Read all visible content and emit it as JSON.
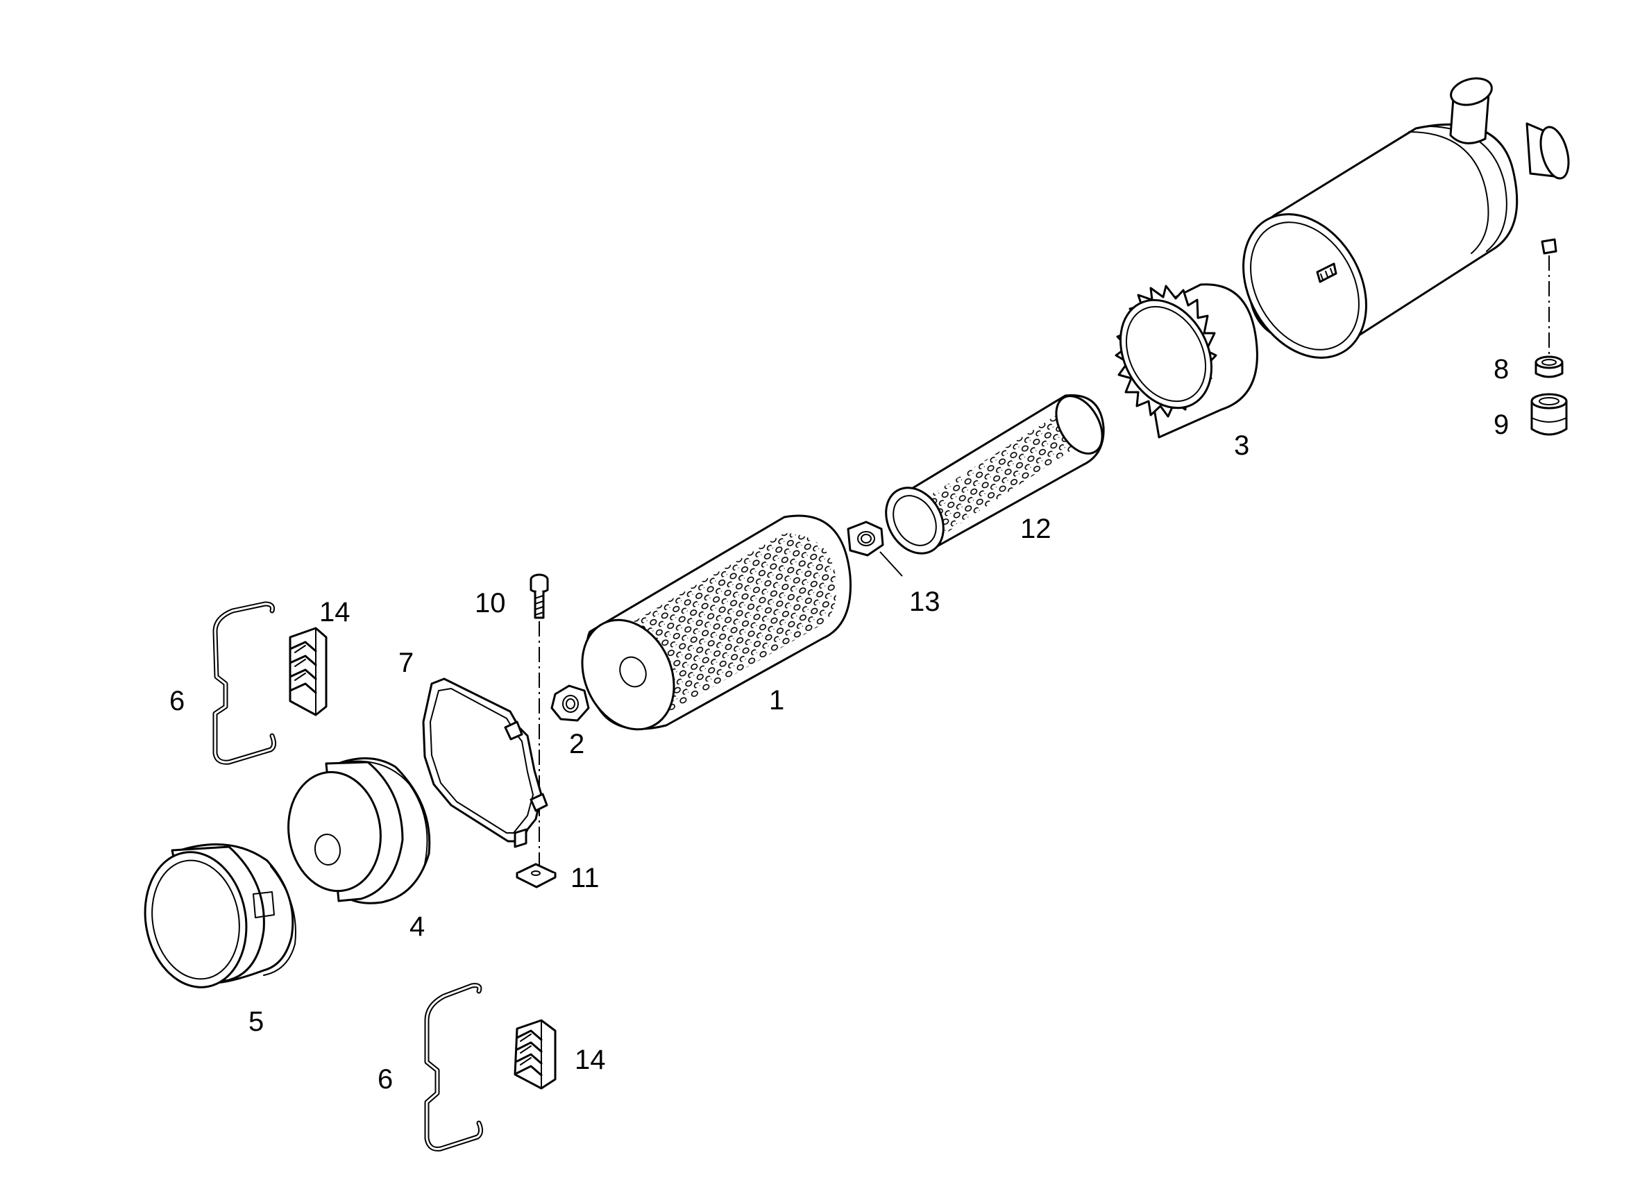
{
  "diagram": {
    "callouts": [
      {
        "id": "c1",
        "label": "1"
      },
      {
        "id": "c2",
        "label": "2"
      },
      {
        "id": "c3",
        "label": "3"
      },
      {
        "id": "c4",
        "label": "4"
      },
      {
        "id": "c5",
        "label": "5"
      },
      {
        "id": "c6a",
        "label": "6"
      },
      {
        "id": "c6b",
        "label": "6"
      },
      {
        "id": "c7",
        "label": "7"
      },
      {
        "id": "c8",
        "label": "8"
      },
      {
        "id": "c9",
        "label": "9"
      },
      {
        "id": "c10",
        "label": "10"
      },
      {
        "id": "c11",
        "label": "11"
      },
      {
        "id": "c12",
        "label": "12"
      },
      {
        "id": "c13",
        "label": "13"
      },
      {
        "id": "c14a",
        "label": "14"
      },
      {
        "id": "c14b",
        "label": "14"
      }
    ],
    "colors": {
      "line": "#000000",
      "background": "#ffffff"
    }
  }
}
